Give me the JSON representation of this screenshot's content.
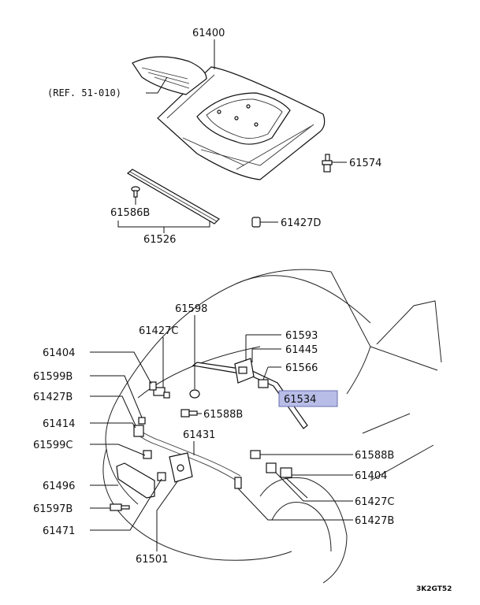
{
  "diagram": {
    "ref_label": "(REF. 51-010)",
    "image_code": "3K2GT52",
    "highlight_color": "#b8bde8",
    "parts": [
      {
        "id": "p61400",
        "label": "61400"
      },
      {
        "id": "p61574",
        "label": "61574"
      },
      {
        "id": "p61586b",
        "label": "61586B"
      },
      {
        "id": "p61526",
        "label": "61526"
      },
      {
        "id": "p61427d",
        "label": "61427D"
      },
      {
        "id": "p61598",
        "label": "61598"
      },
      {
        "id": "p61427c_top",
        "label": "61427C"
      },
      {
        "id": "p61593",
        "label": "61593"
      },
      {
        "id": "p61445",
        "label": "61445"
      },
      {
        "id": "p61566",
        "label": "61566"
      },
      {
        "id": "p61534",
        "label": "61534",
        "highlighted": true
      },
      {
        "id": "p61404_left",
        "label": "61404"
      },
      {
        "id": "p61599b",
        "label": "61599B"
      },
      {
        "id": "p61427b_left",
        "label": "61427B"
      },
      {
        "id": "p61588b_mid",
        "label": "61588B"
      },
      {
        "id": "p61414",
        "label": "61414"
      },
      {
        "id": "p61431",
        "label": "61431"
      },
      {
        "id": "p61599c",
        "label": "61599C"
      },
      {
        "id": "p61588b_right",
        "label": "61588B"
      },
      {
        "id": "p61496",
        "label": "61496"
      },
      {
        "id": "p61404_right",
        "label": "61404"
      },
      {
        "id": "p61427c_right",
        "label": "61427C"
      },
      {
        "id": "p61597b",
        "label": "61597B"
      },
      {
        "id": "p61427b_right",
        "label": "61427B"
      },
      {
        "id": "p61471",
        "label": "61471"
      },
      {
        "id": "p61501",
        "label": "61501"
      }
    ]
  }
}
